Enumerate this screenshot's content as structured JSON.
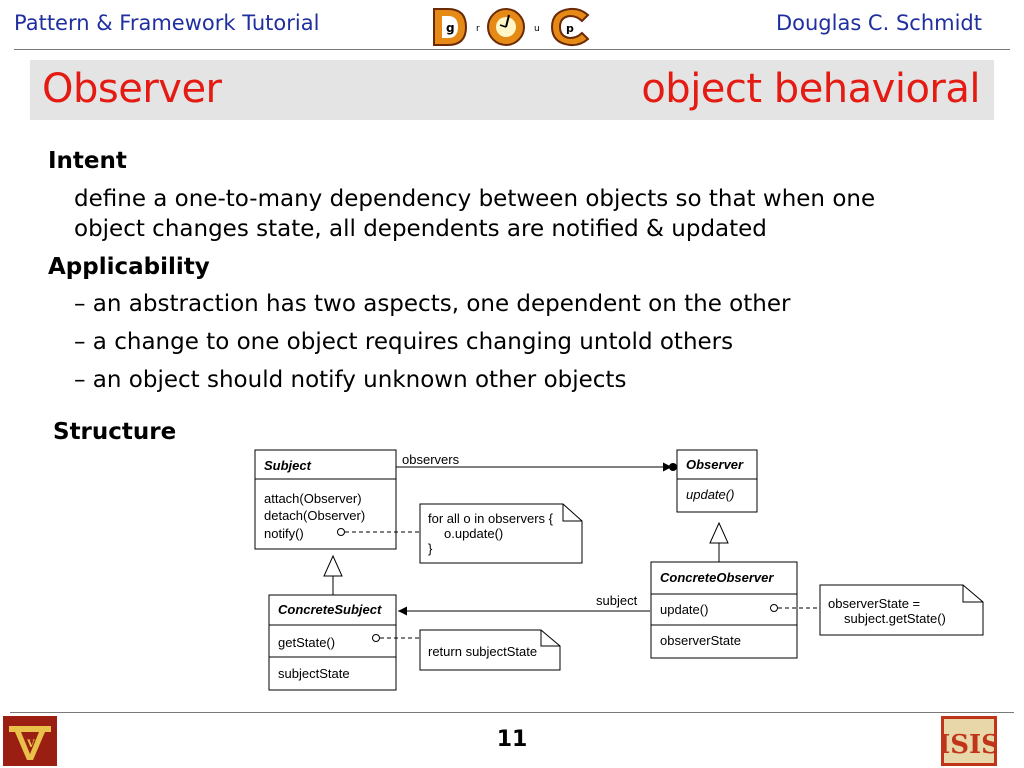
{
  "header": {
    "left": "Pattern & Framework Tutorial",
    "right": "Douglas C. Schmidt",
    "logo_letters": [
      "D",
      "g",
      "r",
      "O",
      "u",
      "p",
      "C"
    ]
  },
  "title": {
    "left": "Observer",
    "right": "object behavioral"
  },
  "intent": {
    "heading": "Intent",
    "line1": "define a one-to-many dependency between objects so that when one",
    "line2": "object changes state, all dependents are notified & updated"
  },
  "applicability": {
    "heading": "Applicability",
    "bullets": [
      "– an abstraction has two aspects, one dependent on the other",
      "– a change to one object requires changing untold others",
      "– an object should notify unknown other objects"
    ]
  },
  "structure": {
    "heading": "Structure",
    "subject": {
      "name": "Subject",
      "ops": [
        "attach(Observer)",
        "detach(Observer)",
        "notify()"
      ]
    },
    "observer": {
      "name": "Observer",
      "ops": [
        "update()"
      ]
    },
    "concrete_subject": {
      "name": "ConcreteSubject",
      "ops": [
        "getState()"
      ],
      "attrs": [
        "subjectState"
      ]
    },
    "concrete_observer": {
      "name": "ConcreteObserver",
      "ops": [
        "update()"
      ],
      "attrs": [
        "observerState"
      ]
    },
    "assoc_observers": "observers",
    "assoc_subject": "subject",
    "note_notify": [
      "for all o in observers {",
      "o.update()",
      "}"
    ],
    "note_getstate": "return subjectState",
    "note_update": [
      "observerState =",
      "subject.getState()"
    ]
  },
  "footer": {
    "page_number": "11",
    "left_logo": "V",
    "right_logo": "ISIS"
  },
  "colors": {
    "header_text": "#1f2fa0",
    "title_text": "#e41b13",
    "title_bar": "#e4e4e4",
    "logo_orange": "#e58a16",
    "logo_red": "#9a1f12"
  }
}
